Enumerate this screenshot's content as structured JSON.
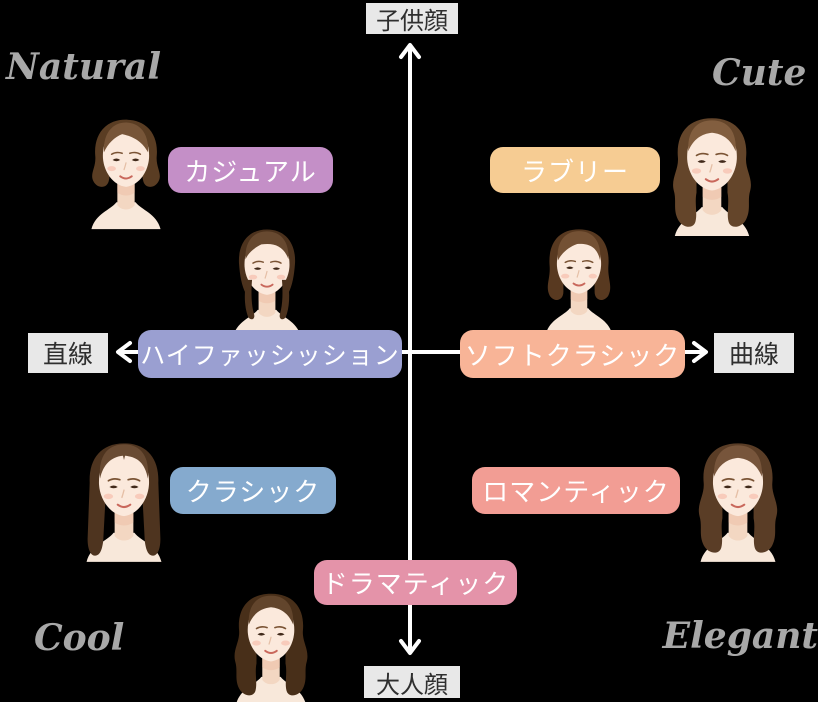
{
  "diagram": {
    "background": "#000000",
    "axes": {
      "vertical": {
        "top_label": "子供顔",
        "bottom_label": "大人顔"
      },
      "horizontal": {
        "left_label": "直線",
        "right_label": "曲線"
      },
      "line_color": "#ffffff",
      "label_bg": "#e8e8e8",
      "label_text_color": "#2f2f2f"
    },
    "corners": {
      "top_left": "Natural",
      "top_right": "Cute",
      "bottom_left": "Cool",
      "bottom_right": "Elegant",
      "text_color": "#a8a8a8"
    },
    "styles": [
      {
        "id": "casual",
        "label": "カジュアル",
        "color": "#c48fc7",
        "quadrant": "top-left"
      },
      {
        "id": "lovely",
        "label": "ラブリー",
        "color": "#f6cc93",
        "quadrant": "top-right"
      },
      {
        "id": "highfashion",
        "label": "ハイファッシッション",
        "color": "#9a9fd1",
        "quadrant": "middle-left"
      },
      {
        "id": "softclassic",
        "label": "ソフトクラシック",
        "color": "#f8b497",
        "quadrant": "middle-right"
      },
      {
        "id": "classic",
        "label": "クラシック",
        "color": "#85aace",
        "quadrant": "bottom-left"
      },
      {
        "id": "romantic",
        "label": "ロマンティック",
        "color": "#f29d94",
        "quadrant": "bottom-right"
      },
      {
        "id": "dramatic",
        "label": "ドラマティック",
        "color": "#e493a9",
        "quadrant": "bottom-center"
      }
    ],
    "portraits": [
      {
        "id": "casual",
        "hair": "short-bob",
        "hair_color": "#6e4a2b"
      },
      {
        "id": "highfashion",
        "hair": "sleek-back",
        "hair_color": "#5d3d23"
      },
      {
        "id": "lovely",
        "hair": "long-wavy",
        "hair_color": "#7a5433"
      },
      {
        "id": "softclassic",
        "hair": "mid-bob",
        "hair_color": "#6b4627"
      },
      {
        "id": "classic",
        "hair": "long-straight",
        "hair_color": "#5f4026"
      },
      {
        "id": "romantic",
        "hair": "long-wavy",
        "hair_color": "#6e4a2e"
      },
      {
        "id": "dramatic",
        "hair": "long-wavy",
        "hair_color": "#58391f"
      }
    ]
  }
}
